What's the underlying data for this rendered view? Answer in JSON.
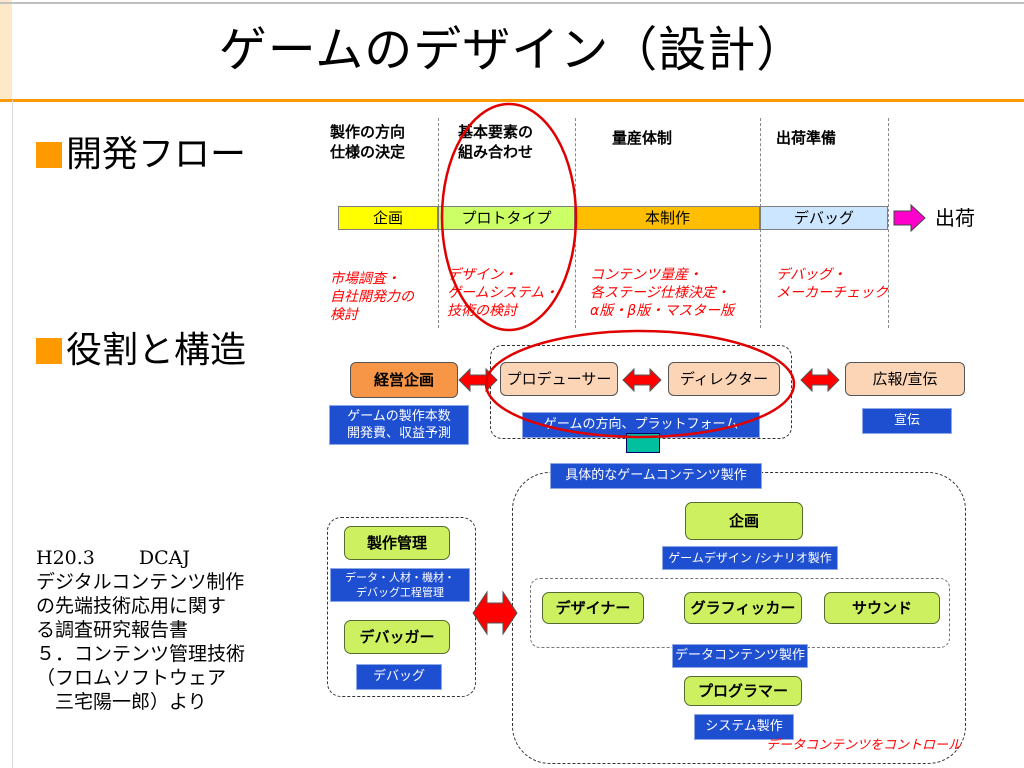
{
  "title": "ゲームのデザイン（設計）",
  "bullets": {
    "flow": "開発フロー",
    "roles": "役割と構造"
  },
  "flow": {
    "headers": [
      [
        "製作の方向",
        "仕様の決定"
      ],
      [
        "基本要素の",
        "組み合わせ"
      ],
      [
        "量産体制"
      ],
      [
        "出荷準備"
      ]
    ],
    "phases": [
      "企画",
      "プロトタイプ",
      "本制作",
      "デバッグ"
    ],
    "phase_colors": [
      "#ffff00",
      "#ccff66",
      "#ffbf00",
      "#cce6ff"
    ],
    "ship_label": "出荷",
    "notes": [
      [
        "市場調査・",
        "自社開発力の",
        "検討"
      ],
      [
        "デザイン・",
        "ゲームシステム・",
        "技術の検討"
      ],
      [
        "コンテンツ量産・",
        "各ステージ仕様決定・",
        "α版・β版・マスター版"
      ],
      [
        "デバッグ・",
        "メーカーチェック"
      ]
    ]
  },
  "roles": {
    "management": "経営企画",
    "management_desc": [
      "ゲームの製作本数",
      "開発費、収益予測"
    ],
    "producer": "プロデューサー",
    "director": "ディレクター",
    "pr": "広報/宣伝",
    "pr_desc": "宣伝",
    "direction_desc": "ゲームの方向、プラットフォーム",
    "content_header": "具体的なゲームコンテンツ製作",
    "planning": "企画",
    "planning_desc": "ゲームデザイン /シナリオ製作",
    "designer": "デザイナー",
    "graphics": "グラフィッカー",
    "sound": "サウンド",
    "data_desc": "データコンテンツ製作",
    "programmer": "プログラマー",
    "system_desc": "システム製作",
    "control_note": "データコンテンツをコントロール",
    "prod_mgmt": "製作管理",
    "prod_mgmt_desc": [
      "データ・人材・機材・",
      "デバッグ工程管理"
    ],
    "debugger": "デバッガー",
    "debug_desc": "デバッグ"
  },
  "citation": [
    "H20.3 　　DCAJ",
    "デジタルコンテンツ制作",
    "の先端技術応用に関す",
    "る調査研究報告書",
    "５．コンテンツ管理技術",
    "（フロムソフトウェア",
    "　三宅陽一郎）より"
  ],
  "colors": {
    "accent_orange": "#ff9900",
    "title_rule": "#ff9900",
    "highlight_red": "#e00000",
    "arrow_magenta": "#ff00cc"
  }
}
